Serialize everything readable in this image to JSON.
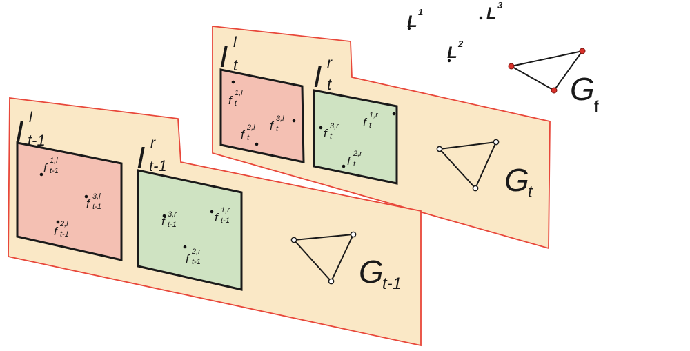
{
  "colors": {
    "panel_fill": "#fae8c6",
    "panel_stroke": "#e8473a",
    "left_image_fill": "#f4c0b3",
    "right_image_fill": "#cfe3c2",
    "node_red": "#d8312a"
  },
  "frame_prev": {
    "left_label": {
      "base": "I",
      "sup": "l",
      "sub": "t-1"
    },
    "right_label": {
      "base": "I",
      "sup": "r",
      "sub": "t-1"
    },
    "left_features": [
      {
        "base": "f",
        "sup": "1,l",
        "sub": "t-1"
      },
      {
        "base": "f",
        "sup": "3,l",
        "sub": "t-1"
      },
      {
        "base": "f",
        "sup": "2,l",
        "sub": "t-1"
      }
    ],
    "right_features": [
      {
        "base": "f",
        "sup": "3,r",
        "sub": "t-1"
      },
      {
        "base": "f",
        "sup": "1,r",
        "sub": "t-1"
      },
      {
        "base": "f",
        "sup": "2,r",
        "sub": "t-1"
      }
    ],
    "graph_label": {
      "base": "G",
      "sub": "t-1"
    }
  },
  "frame_curr": {
    "left_label": {
      "base": "I",
      "sup": "l",
      "sub": "t"
    },
    "right_label": {
      "base": "I",
      "sup": "r",
      "sub": "t"
    },
    "left_features": [
      {
        "base": "f",
        "sup": "1,l",
        "sub": "t"
      },
      {
        "base": "f",
        "sup": "2,l",
        "sub": "t"
      },
      {
        "base": "f",
        "sup": "3,l",
        "sub": "t"
      }
    ],
    "right_features": [
      {
        "base": "f",
        "sup": "3,r",
        "sub": "t"
      },
      {
        "base": "f",
        "sup": "1,r",
        "sub": "t"
      },
      {
        "base": "f",
        "sup": "2,r",
        "sub": "t"
      }
    ],
    "graph_label": {
      "base": "G",
      "sub": "t"
    }
  },
  "landmarks": [
    {
      "base": "L",
      "sup": "1"
    },
    {
      "base": "L",
      "sup": "3"
    },
    {
      "base": "L",
      "sup": "2"
    }
  ],
  "global_graph_label": {
    "base": "G",
    "sub": "f"
  }
}
